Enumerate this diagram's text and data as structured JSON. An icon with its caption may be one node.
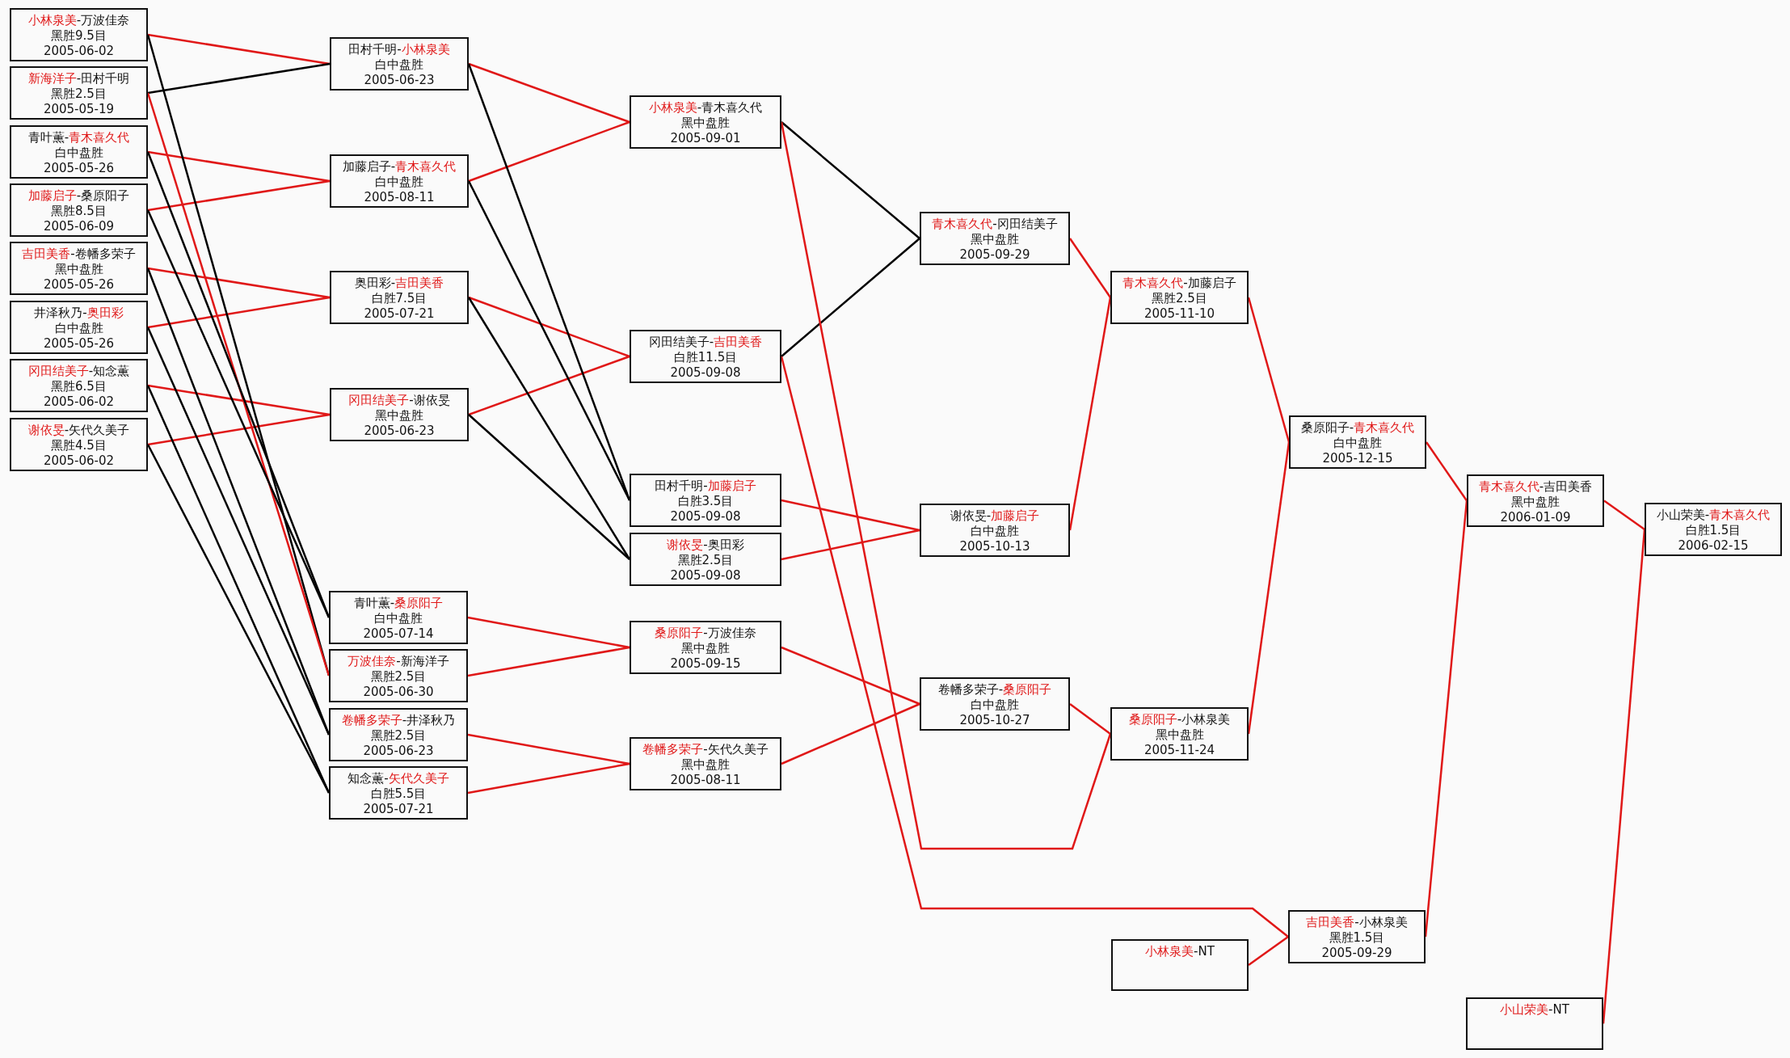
{
  "diagram": {
    "nodes": [
      {
        "text": [
          "小林泉美-万波佳奈",
          "黑胜9.5目",
          "2005-06-02"
        ]
      },
      {
        "text": [
          "新海洋子-田村千明",
          "黑胜2.5目",
          "2005-05-19"
        ]
      },
      {
        "text": [
          "青叶薫-青木喜久代",
          "白中盘胜",
          "2005-05-26"
        ]
      },
      {
        "text": [
          "加藤启子-桑原阳子",
          "黑胜8.5目",
          "2005-06-09"
        ]
      },
      {
        "text": [
          "吉田美香-卷幡多荣子",
          "黑中盘胜",
          "2005-05-26"
        ]
      },
      {
        "text": [
          "井泽秋乃-奥田彩",
          "白中盘胜",
          "2005-05-26"
        ]
      },
      {
        "text": [
          "冈田结美子-知念薫",
          "黑胜6.5目",
          "2005-06-02"
        ]
      },
      {
        "text": [
          "谢依旻-矢代久美子",
          "黑胜4.5目",
          "2005-06-02"
        ]
      },
      {
        "text": [
          "田村千明-小林泉美",
          "白中盘胜",
          "2005-06-23"
        ]
      },
      {
        "text": [
          "加藤启子-青木喜久代",
          "白中盘胜",
          "2005-08-11"
        ]
      },
      {
        "text": [
          "奥田彩-吉田美香",
          "白胜7.5目",
          "2005-07-21"
        ]
      },
      {
        "text": [
          "冈田结美子-谢依旻",
          "黑中盘胜",
          "2005-06-23"
        ]
      },
      {
        "text": [
          "青叶薫-桑原阳子",
          "白中盘胜",
          "2005-07-14"
        ]
      },
      {
        "text": [
          "万波佳奈-新海洋子",
          "黑胜2.5目",
          "2005-06-30"
        ]
      },
      {
        "text": [
          "卷幡多荣子-井泽秋乃",
          "黑胜2.5目",
          "2005-06-23"
        ]
      },
      {
        "text": [
          "知念薫-矢代久美子",
          "白胜5.5目",
          "2005-07-21"
        ]
      },
      {
        "text": [
          "小林泉美-青木喜久代",
          "黑中盘胜",
          "2005-09-01"
        ]
      },
      {
        "text": [
          "冈田结美子-吉田美香",
          "白胜11.5目",
          "2005-09-08"
        ]
      },
      {
        "text": [
          "田村千明-加藤启子",
          "白胜3.5目",
          "2005-09-08"
        ]
      },
      {
        "text": [
          "谢依旻-奥田彩",
          "黑胜2.5目",
          "2005-09-08"
        ]
      },
      {
        "text": [
          "桑原阳子-万波佳奈",
          "黑中盘胜",
          "2005-09-15"
        ]
      },
      {
        "text": [
          "卷幡多荣子-矢代久美子",
          "黑中盘胜",
          "2005-08-11"
        ]
      },
      {
        "text": [
          "青木喜久代-冈田结美子",
          "黑中盘胜",
          "2005-09-29"
        ]
      },
      {
        "text": [
          "谢依旻-加藤启子",
          "白中盘胜",
          "2005-10-13"
        ]
      },
      {
        "text": [
          "卷幡多荣子-桑原阳子",
          "白中盘胜",
          "2005-10-27"
        ]
      },
      {
        "text": [
          "青木喜久代-加藤启子",
          "黑胜2.5目",
          "2005-11-10"
        ]
      },
      {
        "text": [
          "桑原阳子-小林泉美",
          "黑中盘胜",
          "2005-11-24"
        ]
      },
      {
        "text": [
          "小林泉美-NT"
        ]
      },
      {
        "text": [
          "桑原阳子-青木喜久代",
          "白中盘胜",
          "2005-12-15"
        ]
      },
      {
        "text": [
          "吉田美香-小林泉美",
          "黑胜1.5目",
          "2005-09-29"
        ]
      },
      {
        "text": [
          "青木喜久代-吉田美香",
          "黑中盘胜",
          "2006-01-09"
        ]
      },
      {
        "text": [
          "小山荣美-NT"
        ]
      },
      {
        "text": [
          "小山荣美-青木喜久代",
          "白胜1.5目",
          "2006-02-15"
        ]
      }
    ],
    "edges": [
      {
        "from": 0,
        "to": 8,
        "arrow": "none"
      },
      {
        "from": 1,
        "to": 8,
        "arrow": "none",
        "color": "#000000"
      },
      {
        "from": 2,
        "to": 9,
        "arrow": "none"
      },
      {
        "from": 3,
        "to": 9,
        "arrow": "none"
      },
      {
        "from": 4,
        "to": 10,
        "arrow": "none"
      },
      {
        "from": 5,
        "to": 10,
        "arrow": "none"
      },
      {
        "from": 6,
        "to": 11,
        "arrow": "none"
      },
      {
        "from": 7,
        "to": 11,
        "arrow": "none"
      },
      {
        "from": 0,
        "to": 13,
        "arrow": "none",
        "color": "#000000"
      },
      {
        "from": 1,
        "to": 13,
        "arrow": "none"
      },
      {
        "from": 2,
        "to": 12,
        "arrow": "none",
        "color": "#000000"
      },
      {
        "from": 3,
        "to": 12,
        "arrow": "none",
        "color": "#000000"
      },
      {
        "from": 4,
        "to": 14,
        "arrow": "none",
        "color": "#000000"
      },
      {
        "from": 5,
        "to": 14,
        "arrow": "none",
        "color": "#000000"
      },
      {
        "from": 6,
        "to": 15,
        "arrow": "none",
        "color": "#000000"
      },
      {
        "from": 7,
        "to": 15,
        "arrow": "none",
        "color": "#000000"
      },
      {
        "from": 8,
        "to": 16,
        "arrow": "none"
      },
      {
        "from": 9,
        "to": 16,
        "arrow": "none"
      },
      {
        "from": 10,
        "to": 17,
        "arrow": "none"
      },
      {
        "from": 11,
        "to": 17,
        "arrow": "none"
      },
      {
        "from": 8,
        "to": 18,
        "arrow": "none",
        "color": "#000000"
      },
      {
        "from": 9,
        "to": 18,
        "arrow": "none",
        "color": "#000000"
      },
      {
        "from": 10,
        "to": 19,
        "arrow": "none",
        "color": "#000000"
      },
      {
        "from": 11,
        "to": 19,
        "arrow": "none",
        "color": "#000000"
      },
      {
        "from": 12,
        "to": 20,
        "arrow": "none"
      },
      {
        "from": 13,
        "to": 20,
        "arrow": "none"
      },
      {
        "from": 14,
        "to": 21,
        "arrow": "none"
      },
      {
        "from": 15,
        "to": 21,
        "arrow": "none"
      },
      {
        "from": 16,
        "to": 22,
        "arrow": "none",
        "color": "#000000"
      },
      {
        "from": 17,
        "to": 22,
        "arrow": "none",
        "color": "#000000"
      },
      {
        "from": 16,
        "to": 26,
        "arrow": "none"
      },
      {
        "from": 17,
        "to": 29,
        "arrow": "none"
      },
      {
        "from": 18,
        "to": 23,
        "arrow": "none"
      },
      {
        "from": 19,
        "to": 23,
        "arrow": "none"
      },
      {
        "from": 20,
        "to": 24,
        "arrow": "none"
      },
      {
        "from": 21,
        "to": 24,
        "arrow": "none"
      },
      {
        "from": 22,
        "to": 25,
        "arrow": "none"
      },
      {
        "from": 23,
        "to": 25,
        "arrow": "none"
      },
      {
        "from": 24,
        "to": 26,
        "arrow": "none"
      },
      {
        "from": 25,
        "to": 28,
        "arrow": "none"
      },
      {
        "from": 26,
        "to": 28,
        "arrow": "none"
      },
      {
        "from": 27,
        "to": 29,
        "arrow": "none"
      },
      {
        "from": 28,
        "to": 30,
        "arrow": "none"
      },
      {
        "from": 29,
        "to": 30,
        "arrow": "none"
      },
      {
        "from": 30,
        "to": 32,
        "arrow": "none"
      },
      {
        "from": 31,
        "to": 32,
        "arrow": "none"
      }
    ]
  }
}
